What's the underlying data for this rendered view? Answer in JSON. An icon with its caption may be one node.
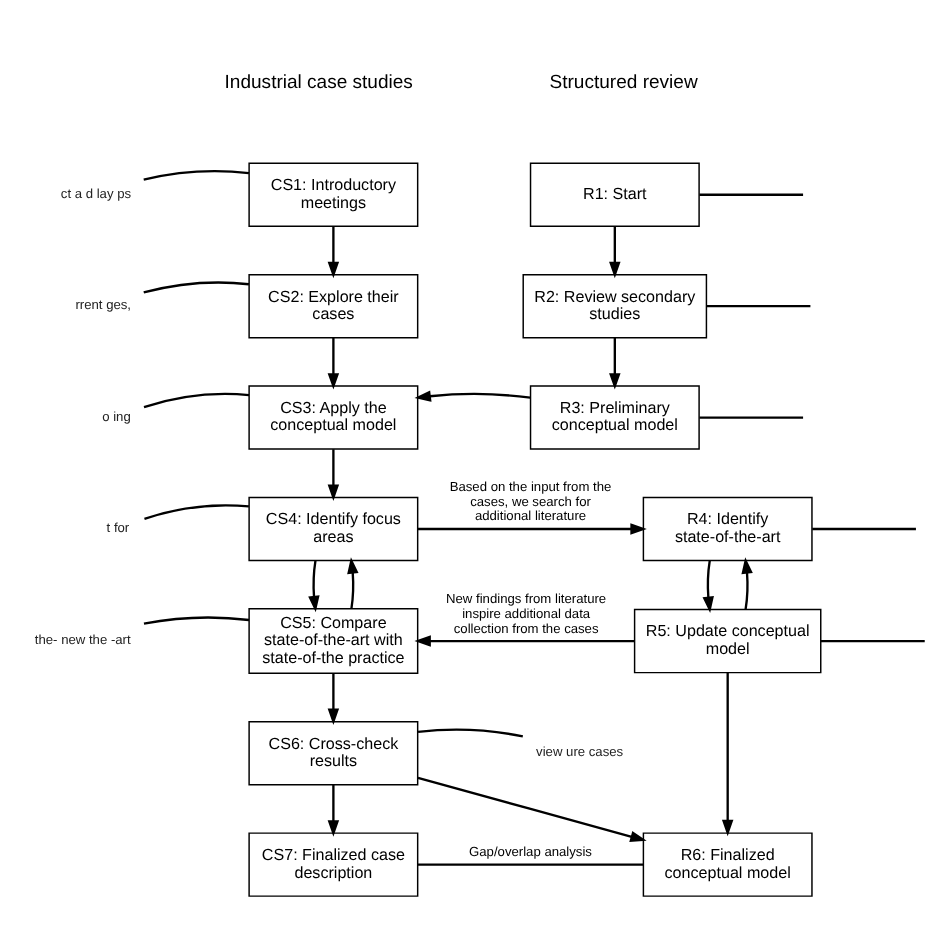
{
  "diagram": {
    "nodes": [
      {
        "text": [
          "CS1: Introductory meetings"
        ]
      },
      {
        "text": [
          "CS2: Explore their cases"
        ]
      },
      {
        "text": [
          "CS3: Apply the conceptual model"
        ]
      },
      {
        "text": [
          "CS4: Identify focus areas"
        ]
      },
      {
        "text": [
          "CS5: Compare state-of-the-art with state-of-the practice"
        ]
      },
      {
        "text": [
          "CS6: Cross-check results"
        ]
      },
      {
        "text": [
          "CS7: Finalized case description"
        ]
      },
      {
        "text": [
          "R1: Start"
        ]
      },
      {
        "text": [
          "R2: Review secondary studies"
        ]
      },
      {
        "text": [
          "R3: Preliminary conceptual model"
        ]
      },
      {
        "text": [
          "R4: Identify state-of-the-art"
        ]
      },
      {
        "text": [
          "R5: Update conceptual model"
        ]
      },
      {
        "text": [
          "R6: Finalized conceptual model"
        ]
      },
      {
        "text": [
          "ct a d lay ps"
        ]
      },
      {
        "text": [
          "rrent ges,"
        ]
      },
      {
        "text": [
          "o ing"
        ]
      },
      {
        "text": [
          "t for"
        ]
      },
      {
        "text": [
          "the- new the -art"
        ]
      },
      {
        "text": [
          "view ure cases"
        ]
      }
    ],
    "edges": [
      {
        "from": 0,
        "to": 1,
        "arrow": "to"
      },
      {
        "from": 1,
        "to": 2,
        "arrow": "to"
      },
      {
        "from": 2,
        "to": 3,
        "arrow": "to"
      },
      {
        "from": 3,
        "to": 4,
        "arrow": "to"
      },
      {
        "from": 4,
        "to": 5,
        "arrow": "to"
      },
      {
        "from": 5,
        "to": 6,
        "arrow": "to"
      },
      {
        "from": 7,
        "to": 8,
        "arrow": "to"
      },
      {
        "from": 8,
        "to": 9,
        "arrow": "to"
      },
      {
        "from": 9,
        "to": 2,
        "arrow": "to"
      },
      {
        "from": 10,
        "to": 11,
        "arrow": "to"
      },
      {
        "from": 11,
        "to": 12,
        "arrow": "to"
      },
      {
        "from": 4,
        "to": 3,
        "arrow": "to"
      },
      {
        "from": 11,
        "to": 10,
        "arrow": "to"
      },
      {
        "from": 3,
        "to": 10,
        "arrow": "to",
        "label": "Based on the input from the cases, we search for additional literature"
      },
      {
        "from": 11,
        "to": 4,
        "arrow": "to",
        "label": "New findings from literature inspire additional data collection from the cases"
      },
      {
        "from": 5,
        "to": 12,
        "arrow": "to"
      },
      {
        "from": 6,
        "to": 12,
        "arrow": "none",
        "label": "Gap/overlap analysis"
      },
      {
        "from": 13,
        "to": 0,
        "arrow": "none"
      },
      {
        "from": 14,
        "to": 1,
        "arrow": "none"
      },
      {
        "from": 15,
        "to": 2,
        "arrow": "none"
      },
      {
        "from": 16,
        "to": 3,
        "arrow": "none"
      },
      {
        "from": 17,
        "to": 4,
        "arrow": "none"
      },
      {
        "from": 18,
        "to": 5,
        "arrow": "none"
      },
      {
        "from": 7,
        "to": null,
        "arrow": "none"
      },
      {
        "from": 8,
        "to": null,
        "arrow": "none"
      },
      {
        "from": 9,
        "to": null,
        "arrow": "none"
      },
      {
        "from": 10,
        "to": null,
        "arrow": "none"
      },
      {
        "from": 11,
        "to": null,
        "arrow": "none"
      }
    ],
    "labels": [
      "Industrial case studies",
      "Structured review"
    ]
  }
}
